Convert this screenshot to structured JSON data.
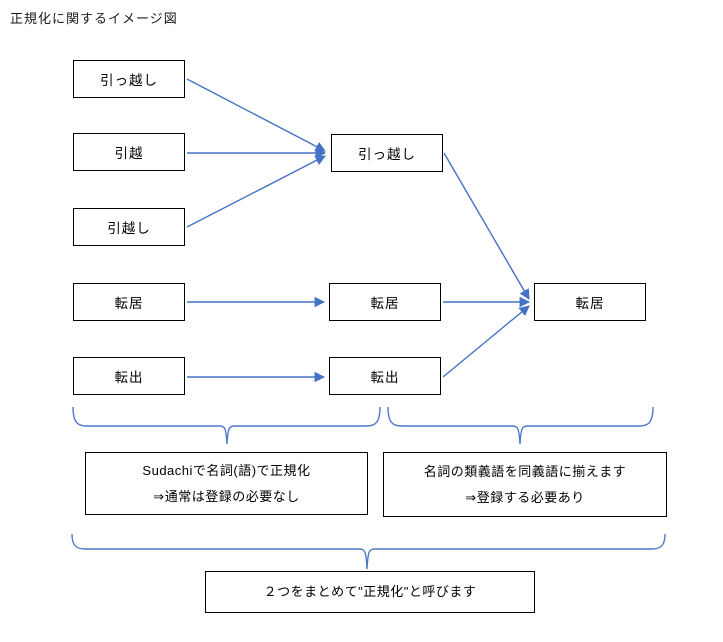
{
  "title": "正規化に関するイメージ図",
  "diagram": {
    "left_nodes": [
      "引っ越し",
      "引越",
      "引越し",
      "転居",
      "転出"
    ],
    "middle_nodes": [
      "引っ越し",
      "転居",
      "転出"
    ],
    "right_nodes": [
      "転居"
    ]
  },
  "notes": {
    "left": {
      "line1": "Sudachiで名詞(語)で正規化",
      "line2": "⇒通常は登録の必要なし"
    },
    "right": {
      "line1": "名詞の類義語を同義語に揃えます",
      "line2": "⇒登録する必要あり"
    },
    "bottom": "２つをまとめて\"正規化\"と呼びます"
  },
  "colors": {
    "connector": "#4472C4",
    "brace": "#4F7AC8",
    "box_border": "#000000"
  }
}
